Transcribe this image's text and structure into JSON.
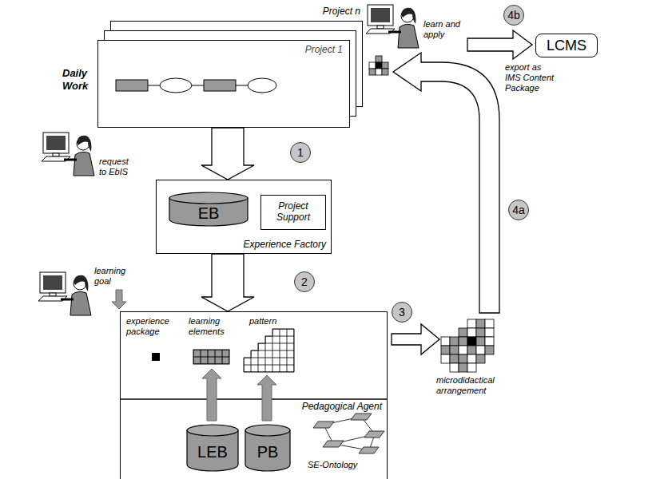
{
  "diagram": {
    "nodes": [
      {
        "text": [
          "Project n"
        ]
      },
      {
        "text": [
          "Project 1"
        ]
      },
      {
        "text": [
          "Experience Factory"
        ]
      },
      {
        "text": [
          "EB"
        ],
        "in": 2
      },
      {
        "text": [
          "Project Support"
        ],
        "in": 2
      },
      {
        "text": [
          "Pedagogical Agent"
        ]
      },
      {
        "text": [
          "LEB"
        ],
        "in": 5
      },
      {
        "text": [
          "PB"
        ],
        "in": 5
      },
      {
        "text": [
          "LCMS"
        ]
      }
    ],
    "edges": [
      {
        "from": 1,
        "to": 2,
        "arrow": "to"
      },
      {
        "from": 2,
        "to": 5,
        "arrow": "to"
      }
    ],
    "labels": [
      "Daily Work",
      "learn and apply",
      "4b",
      "export as IMS Content Package",
      "request to EbIS",
      "1",
      "2",
      "learning goal",
      "experience package",
      "learning elements",
      "pattern",
      "SE-Ontology",
      "3",
      "microdidactical arrangement",
      "4a"
    ]
  }
}
